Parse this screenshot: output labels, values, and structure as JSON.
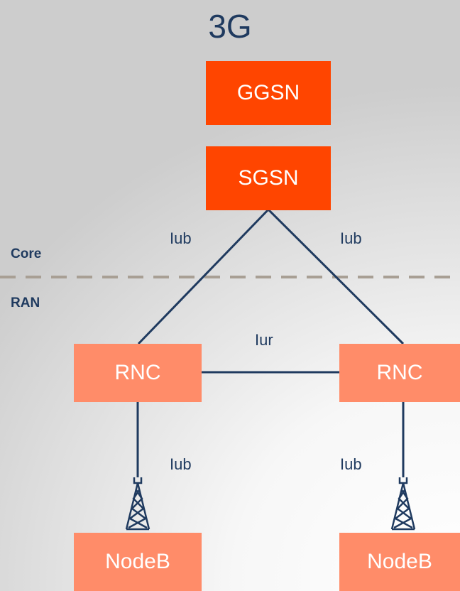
{
  "title": "3G",
  "zones": {
    "core": "Core",
    "ran": "RAN"
  },
  "nodes": {
    "ggsn": "GGSN",
    "sgsn": "SGSN",
    "rnc_left": "RNC",
    "rnc_right": "RNC",
    "nodeb_left": "NodeB",
    "nodeb_right": "NodeB"
  },
  "interfaces": {
    "sgsn_rnc_left": "Iub",
    "sgsn_rnc_right": "Iub",
    "rnc_rnc": "Iur",
    "rnc_nodeb_left": "Iub",
    "rnc_nodeb_right": "Iub"
  },
  "colors": {
    "core_node": "#ff4500",
    "ran_node": "#ff8c69",
    "link": "#1f3a5f",
    "boundary": "#a89f94"
  }
}
